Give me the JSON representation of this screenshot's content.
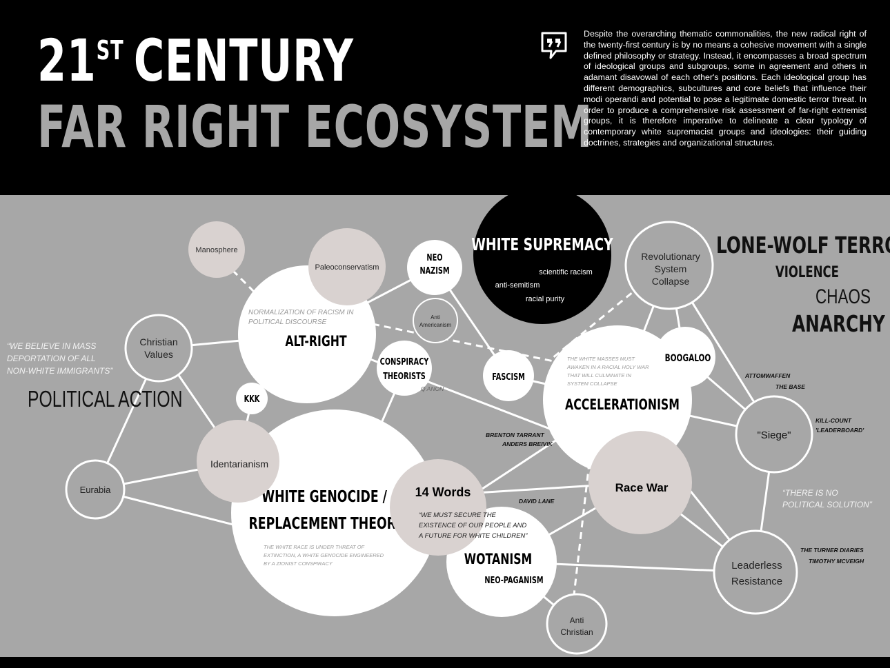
{
  "header": {
    "title_line1_num": "21",
    "title_line1_sup": "ST",
    "title_line1_word": "CENTURY",
    "title_line2": "FAR RIGHT ECOSYSTEM",
    "quote_icon": "quote-bubble-icon",
    "intro": "Despite the overarching thematic commonalities, the new radical right of the twenty-first century is by no means a cohesive movement with a single defined philosophy or strategy. Instead, it encompasses a broad spectrum of ideological groups and subgroups, some in agreement and others in adamant disavowal of each other's positions. Each ideological group has different demographics, subcultures and core beliefs that influence their modi operandi and potential to pose a legitimate domestic terror threat. In order to produce a comprehensive risk assessment of far-right extremist groups, it is therefore imperative to delineate a clear typology of contemporary white supremacist groups and ideologies: their guiding doctrines, strategies and organizational structures."
  },
  "colors": {
    "background": "#a7a7a7",
    "header": "#000000",
    "node_white": "#ffffff",
    "node_beige": "#d9d2d0",
    "title_grey": "#a7a7a7"
  },
  "nodes": {
    "white_supremacy": {
      "title": "WHITE SUPREMACY",
      "sub1": "scientific racism",
      "sub2": "anti-semitism",
      "sub3": "racial purity"
    },
    "manosphere": "Manosphere",
    "paleoconservatism": "Paleoconservatism",
    "neo_nazism": {
      "line1": "NEO",
      "line2": "NAZISM"
    },
    "revolutionary": {
      "line1": "Revolutionary",
      "line2": "System",
      "line3": "Collapse"
    },
    "alt_right": {
      "title": "ALT-RIGHT",
      "note1": "NORMALIZATION OF RACISM IN",
      "note2": "POLITICAL DISCOURSE"
    },
    "anti_americanism": {
      "line1": "Anti",
      "line2": "Americanism"
    },
    "christian_values": {
      "line1": "Christian",
      "line2": "Values"
    },
    "conspiracy": {
      "line1": "CONSPIRACY",
      "line2": "THEORISTS"
    },
    "fascism": "FASCISM",
    "boogaloo": "BOOGALOO",
    "accelerationism": {
      "title": "ACCELERATIONISM",
      "note1": "THE WHITE MASSES MUST",
      "note2": "AWAKEN IN A RACIAL HOLY WAR",
      "note3": "THAT WILL CULMINATE IN",
      "note4": "SYSTEM COLLAPSE"
    },
    "kkk": "KKK",
    "identarianism": "Identarianism",
    "eurabia": "Eurabia",
    "white_genocide": {
      "line1": "WHITE GENOCIDE /",
      "line2": "REPLACEMENT THEORY",
      "note1": "THE WHITE RACE IS UNDER THREAT OF",
      "note2": "EXTINCTION, A WHITE GENOCIDE ENGINEERED",
      "note3": "BY A ZIONIST CONSPIRACY"
    },
    "fourteen_words": {
      "title": "14 Words",
      "quote1": "“WE MUST SECURE THE",
      "quote2": "EXISTENCE OF OUR PEOPLE AND",
      "quote3": "A FUTURE FOR WHITE CHILDREN”"
    },
    "race_war": "Race War",
    "siege": "\"Siege\"",
    "wotanism": {
      "title": "WOTANISM",
      "sub": "NEO-PAGANISM"
    },
    "leaderless": {
      "line1": "Leaderless",
      "line2": "Resistance"
    },
    "anti_christian": {
      "line1": "Anti",
      "line2": "Christian"
    }
  },
  "annotations": {
    "lone_wolf": "LONE-WOLF TERROR",
    "violence": "VIOLENCE",
    "chaos": "CHAOS",
    "anarchy": "ANARCHY",
    "mass_deport1": "“WE BELIEVE IN MASS",
    "mass_deport2": "DEPORTATION OF ALL",
    "mass_deport3": "NON-WHITE IMMIGRANTS”",
    "political_action": "POLITICAL ACTION",
    "q_anon": "Q ANON",
    "atomwaffen": "ATTOMWAFFEN",
    "the_base": "THE BASE",
    "kill_count1": "KILL-COUNT",
    "kill_count2": "'LEADERBOARD'",
    "tarrant": "BRENTON TARRANT",
    "breivik": "ANDERS BREIVIK",
    "david_lane": "DAVID LANE",
    "no_solution1": "“THERE IS NO",
    "no_solution2": "POLITICAL SOLUTION”",
    "turner1": "THE TURNER DIARIES",
    "turner2": "TIMOTHY MCVEIGH"
  }
}
